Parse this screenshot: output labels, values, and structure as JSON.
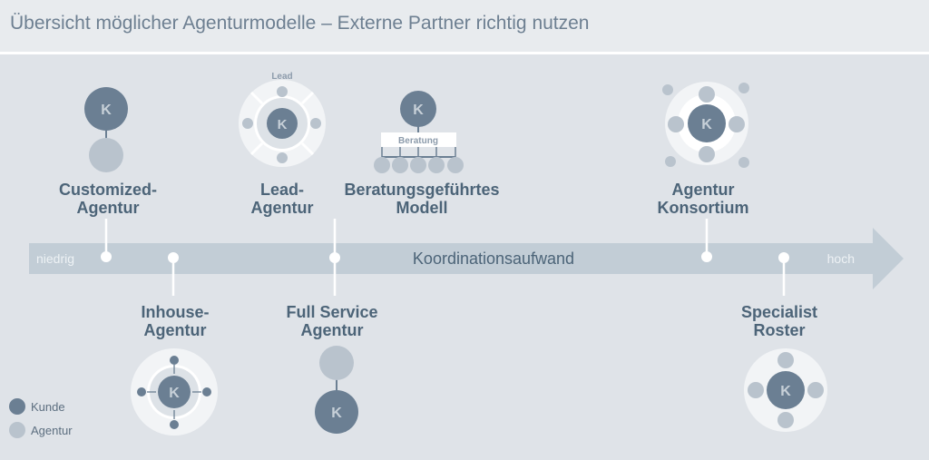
{
  "title": "Übersicht möglicher Agenturmodelle – Externe Partner richtig nutzen",
  "axis": {
    "start": "niedrig",
    "end": "hoch",
    "label": "Koordinationsaufwand"
  },
  "client_letter": "K",
  "models": [
    {
      "line1": "Customized-",
      "line2": "Agentur"
    },
    {
      "line1": "Inhouse-",
      "line2": "Agentur"
    },
    {
      "line1": "Lead-",
      "line2": "Agentur",
      "tag": "Lead"
    },
    {
      "line1": "Full Service",
      "line2": "Agentur"
    },
    {
      "line1": "Beratungsgeführtes",
      "line2": "Modell",
      "tag": "Beratung"
    },
    {
      "line1": "Agentur",
      "line2": "Konsortium"
    },
    {
      "line1": "Specialist",
      "line2": "Roster"
    }
  ],
  "legend": {
    "client": "Kunde",
    "agency": "Agentur"
  },
  "colors": {
    "client": "#6b7f93",
    "agency": "#b9c3cd",
    "axis": "#c2cdd6",
    "ring": "#f2f4f6",
    "text": "#4c6478"
  }
}
